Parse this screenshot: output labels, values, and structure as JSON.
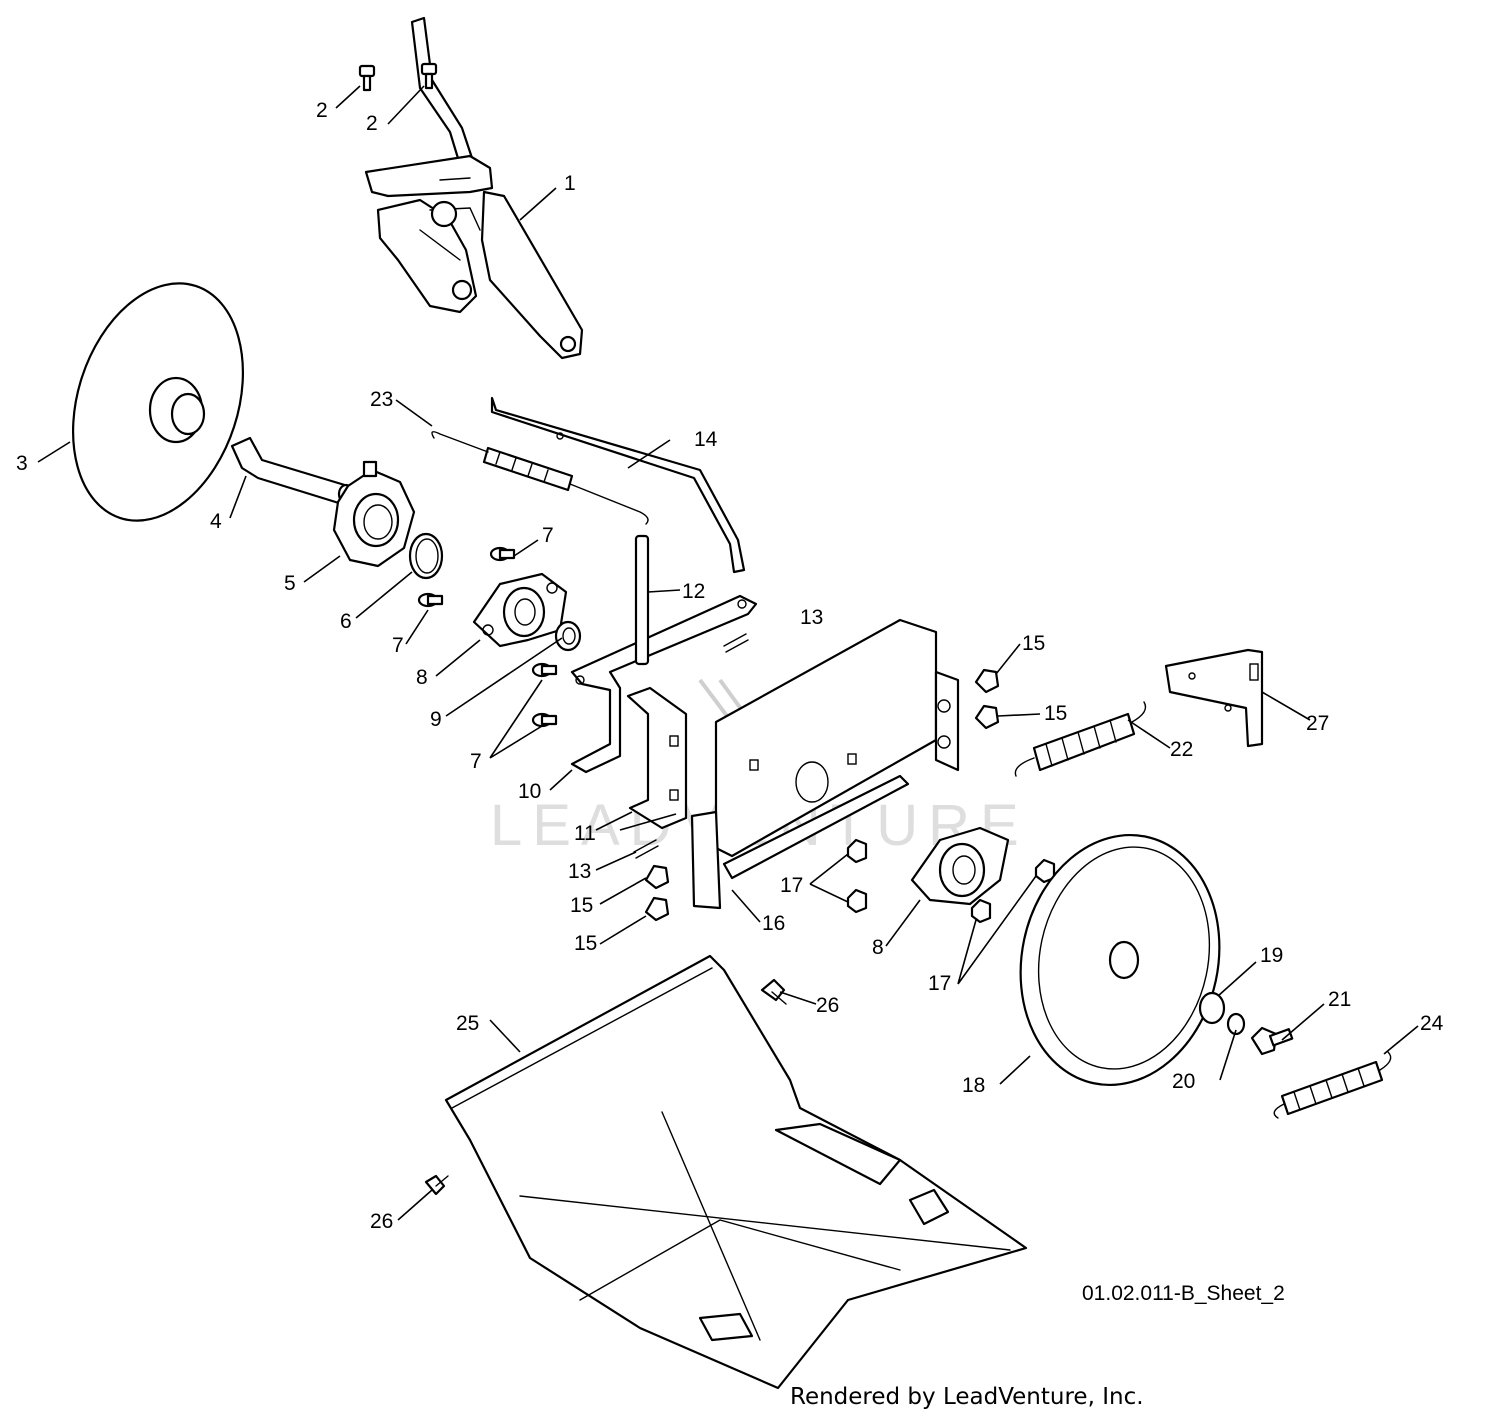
{
  "diagram": {
    "sheet_id": "01.02.011-B_Sheet_2",
    "render_credit": "Rendered by LeadVenture, Inc.",
    "watermark": "LEADVENTURE",
    "callouts": {
      "c1": "1",
      "c2a": "2",
      "c2b": "2",
      "c3": "3",
      "c4": "4",
      "c5": "5",
      "c6": "6",
      "c7a": "7",
      "c7b": "7",
      "c7c": "7",
      "c8a": "8",
      "c8b": "8",
      "c9": "9",
      "c10": "10",
      "c11": "11",
      "c12": "12",
      "c13a": "13",
      "c13b": "13",
      "c14": "14",
      "c15a": "15",
      "c15b": "15",
      "c15c": "15",
      "c15d": "15",
      "c16": "16",
      "c17a": "17",
      "c17b": "17",
      "c18": "18",
      "c19": "19",
      "c20": "20",
      "c21": "21",
      "c22": "22",
      "c23": "23",
      "c24": "24",
      "c25": "25",
      "c26a": "26",
      "c26b": "26",
      "c27": "27"
    }
  }
}
